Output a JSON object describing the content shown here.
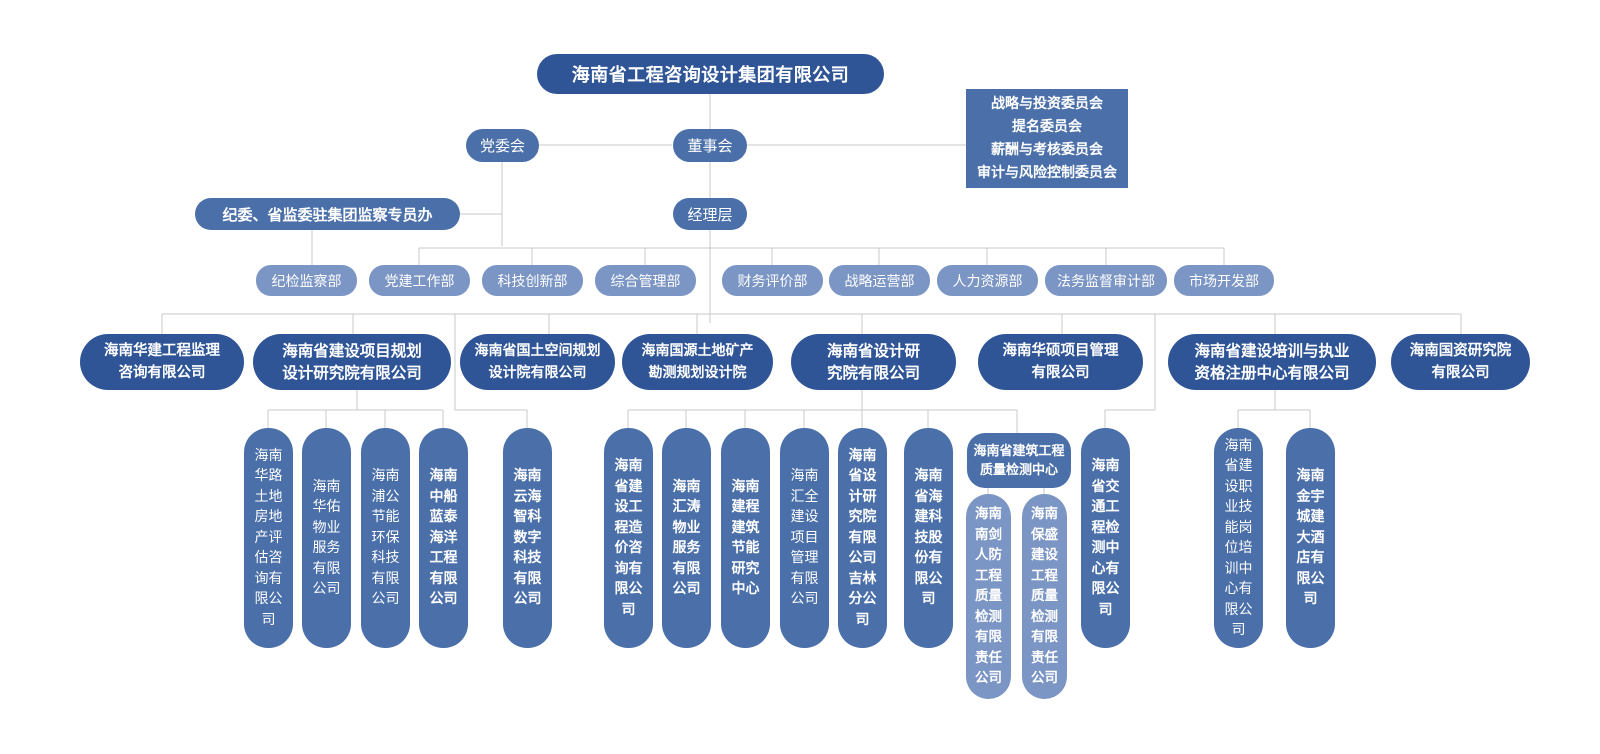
{
  "root": "海南省工程咨询设计集团有限公司",
  "party_committee": "党委会",
  "board": "董事会",
  "discipline_office": "纪委、省监委驻集团监察专员办",
  "management": "经理层",
  "committees": [
    "战略与投资委员会",
    "提名委员会",
    "薪酬与考核委员会",
    "审计与风险控制委员会"
  ],
  "departments": [
    "纪检监察部",
    "党建工作部",
    "科技创新部",
    "综合管理部",
    "财务评价部",
    "战略运营部",
    "人力资源部",
    "法务监督审计部",
    "市场开发部"
  ],
  "subsidiaries": [
    "海南华建工程监理\n咨询有限公司",
    "海南省建设项目规划\n设计研究院有限公司",
    "海南省国土空间规划\n设计院有限公司",
    "海南国源土地矿产\n勘测规划设计院",
    "海南省设计研\n究院有限公司",
    "海南华硕项目管理\n有限公司",
    "海南省建设培训与执业\n资格注册中心有限公司",
    "海南国资研究院\n有限公司"
  ],
  "inspection_center": "海南省建筑工程\n质量检测中心",
  "leaves": [
    "海南华路土地房地产评估咨询有限公司",
    "海南华佑物业服务有限公司",
    "海南浦公节能环保科技有限公司",
    "海南中船蓝泰海洋工程有限公司",
    "海南云海智科数字科技有限公司",
    "海南省建设工程造价咨询有限公司",
    "海南汇涛物业服务有限公司",
    "海南建程建筑节能研究中心",
    "海南汇全建设项目管理有限公司",
    "海南省设计研究院有限公司吉林分公司",
    "海南省海建科技股份有限公司",
    "海南南剑人防工程质量检测有限责任公司",
    "海南保盛建设工程质量检测有限责任公司",
    "海南省交通工程检测中心有限公司",
    "海南省建设职业技能岗位培训中心有限公司",
    "海南金宇城建大酒店有限公司"
  ]
}
